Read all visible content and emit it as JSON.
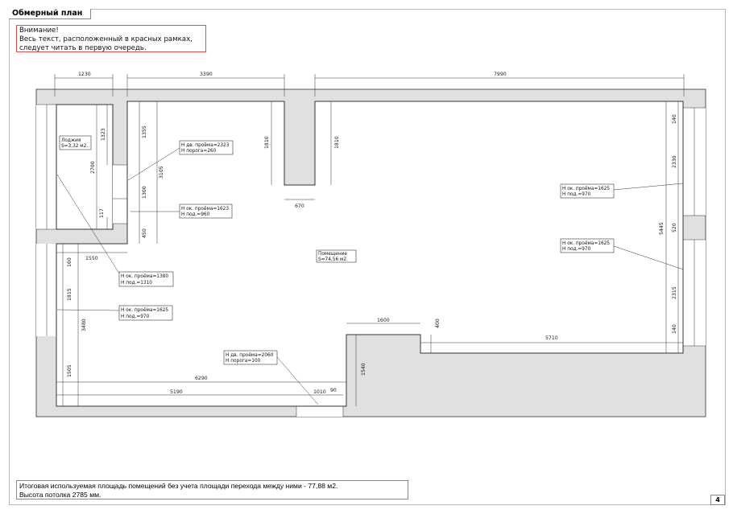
{
  "title": "Обмерный план",
  "warning": {
    "lines": [
      "Внимание!",
      "Весь текст, расположенный в красных рамках,",
      "следует читать в первую очередь."
    ]
  },
  "colors": {
    "wall": "#e0e0e0",
    "line": "#333333",
    "warning_border": "#d9534f"
  },
  "dimensions": {
    "top_1230": "1230",
    "top_3390": "3390",
    "top_7990": "7990",
    "v_1323": "1323",
    "v_2700": "2700",
    "v_117": "117",
    "v_1355": "1355",
    "v_1300": "1300",
    "v_450": "450",
    "v_3105": "3105",
    "v_1810_a": "1810",
    "v_1810_b": "1810",
    "h_670": "670",
    "h_1550": "1550",
    "v_160": "160",
    "v_1815": "1815",
    "v_3480": "3480",
    "v_1505": "1505",
    "h_6290": "6290",
    "h_5190": "5190",
    "h_1010": "1010",
    "h_90": "90",
    "v_1540": "1540",
    "h_1600": "1600",
    "v_400": "400",
    "h_5710": "5710",
    "v_140_a": "140",
    "v_2330": "2330",
    "v_5445": "5445",
    "v_520": "520",
    "v_2315": "2315",
    "v_140_b": "140"
  },
  "labels": {
    "loggia": [
      "Лоджия",
      "S=3,32 м2."
    ],
    "room": [
      "Помещение",
      "S=74,56 м2."
    ],
    "door_2323": [
      "Н дв. проёма=2323",
      "Н порога=260"
    ],
    "window_1623": [
      "Н ок. проёма=1623",
      "Н под.=960"
    ],
    "window_1380": [
      "Н ок. проёма=1380",
      "Н под.=1310"
    ],
    "window_1625_left": [
      "Н ок. проёма=1625",
      "Н под.=970"
    ],
    "door_2060": [
      "Н дв. проёма=2060",
      "Н порога=100"
    ],
    "window_1625_right_a": [
      "Н ок. проёма=1625",
      "Н под.=970"
    ],
    "window_1625_right_b": [
      "Н ок. проёма=1625",
      "Н под.=970"
    ]
  },
  "footer": {
    "lines": [
      "Итоговая используемая площадь помещений без учета площади перехода между ними - 77,88 м2.",
      "Высота потолка 2785 мм."
    ]
  },
  "page_number": "4"
}
